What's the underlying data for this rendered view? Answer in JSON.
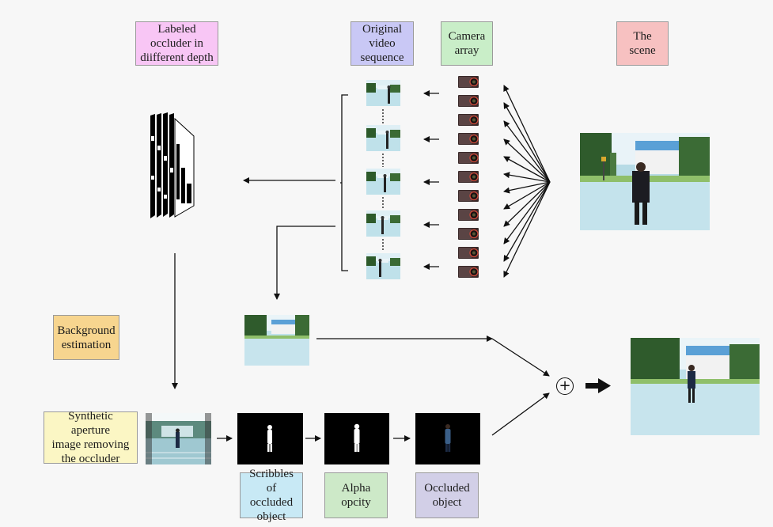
{
  "labels": {
    "labeled_occluder": "Labeled\noccluder in\ndiifferent depth",
    "original_video": "Original\nvideo\nsequence",
    "camera_array": "Camera\narray",
    "the_scene": "The\nscene",
    "background_estimation": "Background\nestimation",
    "synthetic_aperture": "Synthetic aperture\nimage removing\nthe occluder",
    "scribbles": "Scribbles of\noccluded\nobject",
    "alpha_opcity": "Alpha\nopcity",
    "occluded_object": "Occluded\nobject"
  },
  "symbols": {
    "plus": "+"
  },
  "colors": {
    "labeled_occluder": "#f8c6f5",
    "original_video": "#c9c8f5",
    "camera_array": "#c9eec8",
    "the_scene": "#f7c1c1",
    "background_estimation": "#f7d58f",
    "synthetic_aperture": "#fbf6c4",
    "scribbles": "#c8e9f5",
    "alpha_opcity": "#cde9c8",
    "occluded_object": "#d2cfe7",
    "arrow": "#111111"
  }
}
